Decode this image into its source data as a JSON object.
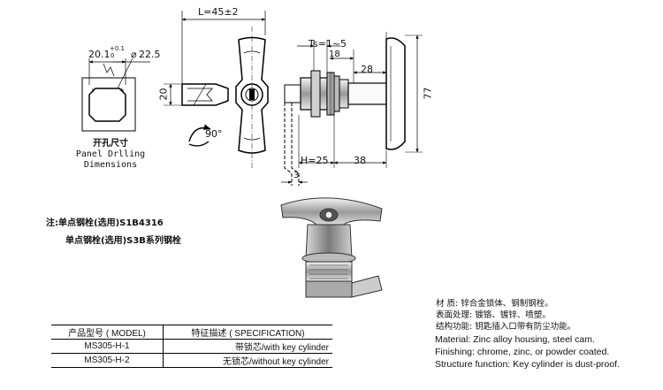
{
  "dimensions": {
    "L": "L=45±2",
    "panel_width": "20.1",
    "panel_tol_upper": "+0.1",
    "panel_tol_lower": "0",
    "diameter": "22.5",
    "height_20": "20",
    "rotation": "90°",
    "Ts": "Ts=1~5",
    "d18": "18",
    "d28": "28",
    "d77": "77",
    "H": "H=25",
    "d38": "38",
    "d3": "3"
  },
  "caption": {
    "zh": "开孔尺寸",
    "en1": "Panel Drlling",
    "en2": "Dimensions"
  },
  "notes": {
    "line1": "注:单点钢栓(选用)S1B4316",
    "line2": "单点钢栓(选用)S3B系列钢栓"
  },
  "table": {
    "header_model": "产品型号 ( MODEL)",
    "header_spec": "特征描述 ( SPECIFICATION)",
    "rows": [
      {
        "model": "MS305-H-1",
        "spec": "带锁芯/with key cylinder"
      },
      {
        "model": "MS305-H-2",
        "spec": "无锁芯/without key cylinder"
      }
    ]
  },
  "spec_zh": {
    "material": "材    质: 锌合金锁体、钢制钢栓。",
    "finishing": "表面处理: 镀铬、镀锌、喷塑。",
    "structure": "结构功能: 钥匙插入口带有防尘功能。"
  },
  "spec_en": {
    "material": "Material: Zinc alloy housing, steel cam.",
    "finishing": "Finishing: chrome, zinc, or powder coated.",
    "structure": "Structure function: Key cylinder is dust-proof."
  }
}
